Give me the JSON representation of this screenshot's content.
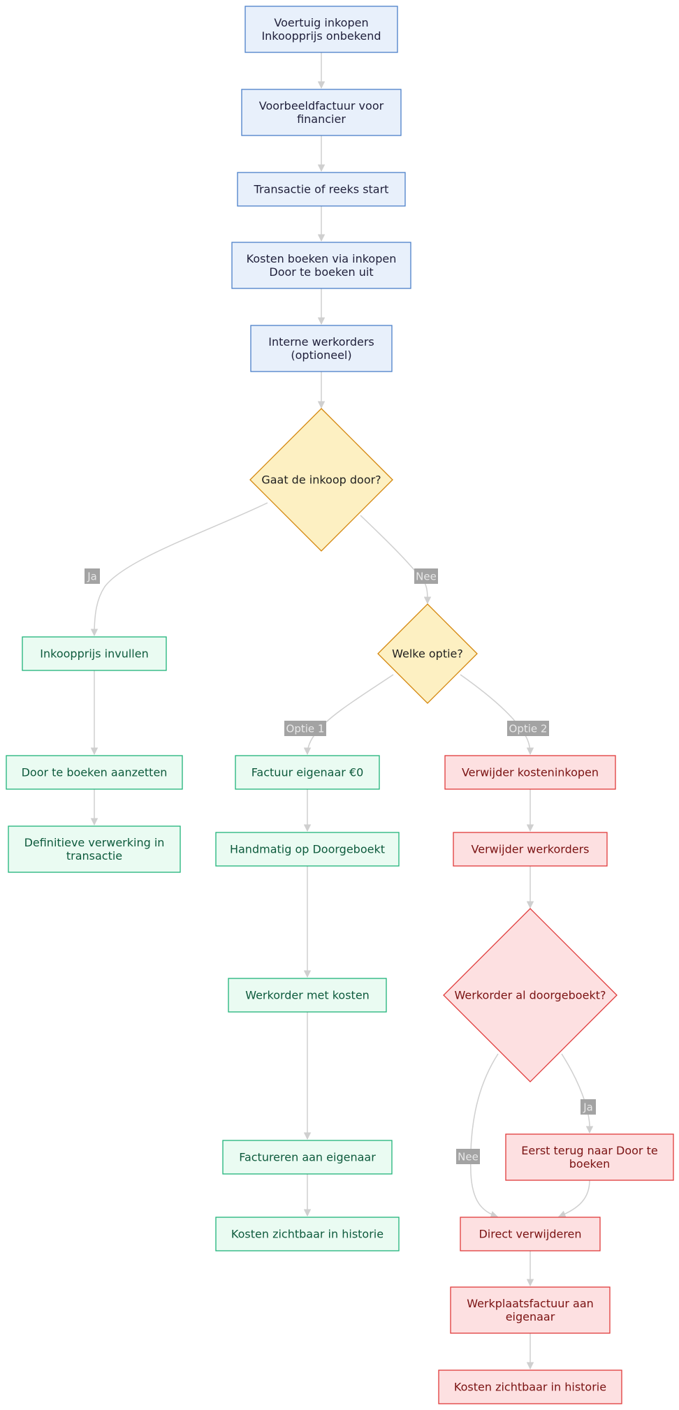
{
  "colors": {
    "blue_fill": "#e8f0fb",
    "blue_stroke": "#4a7fc9",
    "blue_text": "#1f1f3a",
    "yellow_fill": "#fdf0c2",
    "yellow_stroke": "#d4860b",
    "yellow_text": "#1f1f1f",
    "green_fill": "#eafbf2",
    "green_stroke": "#1fb37a",
    "green_text": "#0d5a3c",
    "red_fill": "#fde0e1",
    "red_stroke": "#e03a3a",
    "red_text": "#7a1212",
    "edge": "#cfcfcf",
    "edge_label_bg": "#a3a3a3",
    "edge_label_text": "#e8e8e8"
  },
  "nodes": {
    "voertuig_inkopen": [
      "Voertuig inkopen",
      "Inkoopprijs onbekend"
    ],
    "voorbeeldfactuur": [
      "Voorbeeldfactuur voor",
      "financier"
    ],
    "transactie_start": [
      "Transactie of reeks start"
    ],
    "kosten_boeken": [
      "Kosten boeken via inkopen",
      "Door te boeken uit"
    ],
    "interne_werkorders": [
      "Interne werkorders",
      "(optioneel)"
    ],
    "gaat_inkoop_door": [
      "Gaat de inkoop door?"
    ],
    "inkoopprijs_invullen": [
      "Inkoopprijs invullen"
    ],
    "welke_optie": [
      "Welke optie?"
    ],
    "door_te_boeken_aanzetten": [
      "Door te boeken aanzetten"
    ],
    "definitieve_verwerking": [
      "Definitieve verwerking in",
      "transactie"
    ],
    "factuur_eigenaar": [
      "Factuur eigenaar €0"
    ],
    "verwijder_kosteninkopen": [
      "Verwijder kosteninkopen"
    ],
    "handmatig_doorgeboekt": [
      "Handmatig op Doorgeboekt"
    ],
    "verwijder_werkorders": [
      "Verwijder werkorders"
    ],
    "werkorder_met_kosten": [
      "Werkorder met kosten"
    ],
    "werkorder_al_doorgeboekt": [
      "Werkorder al doorgeboekt?"
    ],
    "eerst_terug": [
      "Eerst terug naar Door te",
      "boeken"
    ],
    "factureren_eigenaar": [
      "Factureren aan eigenaar"
    ],
    "kosten_zichtbaar_groen": [
      "Kosten zichtbaar in historie"
    ],
    "direct_verwijderen": [
      "Direct verwijderen"
    ],
    "werkplaatsfactuur": [
      "Werkplaatsfactuur aan",
      "eigenaar"
    ],
    "kosten_zichtbaar_rood": [
      "Kosten zichtbaar in historie"
    ]
  },
  "edge_labels": {
    "ja_1": "Ja",
    "nee_1": "Nee",
    "optie_1": "Optie 1",
    "optie_2": "Optie 2",
    "ja_2": "Ja",
    "nee_2": "Nee"
  }
}
